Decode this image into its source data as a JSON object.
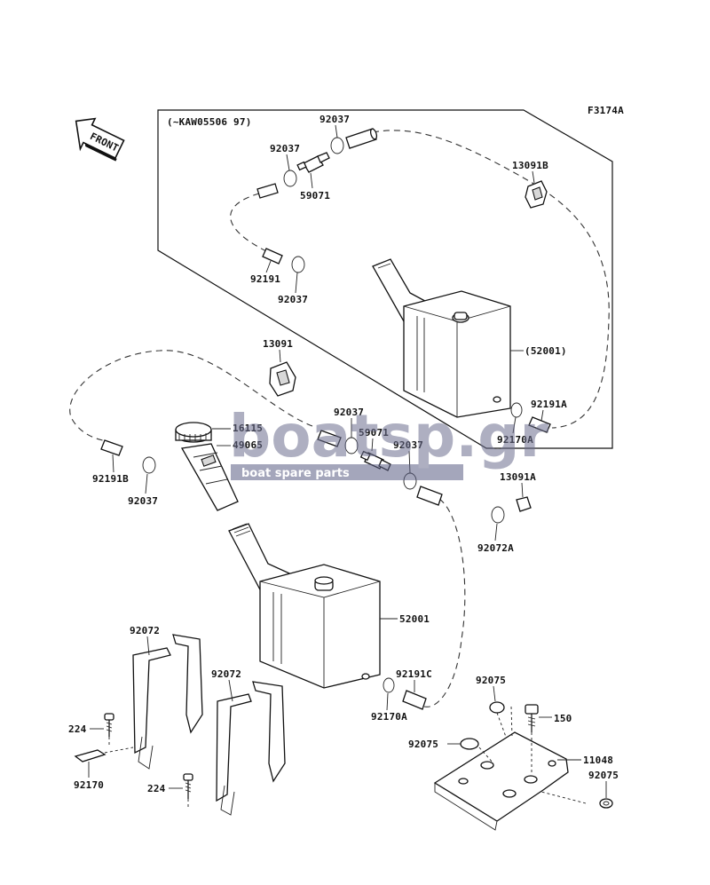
{
  "diagram": {
    "code": "F3174A",
    "serial_note": "(~KAW05506 97)",
    "front_label": "FRONT",
    "watermark": {
      "brand": "boatsp.gr",
      "tagline": "boat spare parts"
    },
    "labels": {
      "top_92037_a": "92037",
      "top_92037_b": "92037",
      "top_59071": "59071",
      "top_13091B": "13091B",
      "top_92191": "92191",
      "top_92037_c": "92037",
      "top_52001": "(52001)",
      "top_92191A": "92191A",
      "top_92170A": "92170A",
      "mid_13091": "13091",
      "mid_92037_a": "92037",
      "mid_16115": "16115",
      "mid_49065": "49065",
      "mid_59071": "59071",
      "mid_92037_b": "92037",
      "mid_92191B": "92191B",
      "mid_92037_c": "92037",
      "mid_13091A": "13091A",
      "mid_92072A": "92072A",
      "main_52001": "52001",
      "main_92191C": "92191C",
      "main_92170A": "92170A",
      "bot_92072_a": "92072",
      "bot_92072_b": "92072",
      "bot_224_a": "224",
      "bot_224_b": "224",
      "bot_92170": "92170",
      "bot_92075_a": "92075",
      "bot_92075_b": "92075",
      "bot_92075_c": "92075",
      "bot_150": "150",
      "bot_11048": "11048"
    }
  }
}
